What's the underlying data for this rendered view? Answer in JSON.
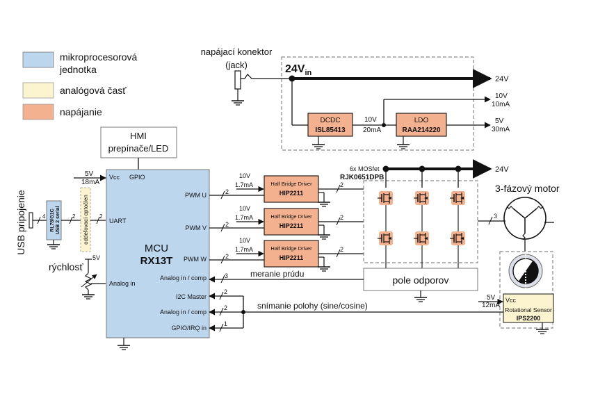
{
  "colors": {
    "mcu": "#bcd6ee",
    "analog": "#fcf3cf",
    "power": "#f4b190",
    "wire": "#111111",
    "dashed": "#8a8a8a"
  },
  "legend": [
    {
      "lines": [
        "mikroprocesorová",
        "jednotka"
      ],
      "color": "#bcd6ee"
    },
    {
      "lines": [
        "analógová časť"
      ],
      "color": "#fcf3cf"
    },
    {
      "lines": [
        "napájanie"
      ],
      "color": "#f4b190"
    }
  ],
  "power_connector": {
    "label": [
      "napájací konektor",
      "(jack)"
    ],
    "vin": "24V",
    "vin_sub": "in"
  },
  "dcdc": {
    "name": "DCDC",
    "part": "ISL85413"
  },
  "ldo": {
    "name": "LDO",
    "part": "RAA214220"
  },
  "rails": {
    "r24": "24V",
    "r10": [
      "10V",
      "10mA"
    ],
    "mid": [
      "10V",
      "20mA"
    ],
    "r5": [
      "5V",
      "30mA"
    ]
  },
  "hmi": {
    "lines": [
      "HMI",
      "prepínače/LED"
    ]
  },
  "mcu": {
    "name": "MCU",
    "part": "RX13T",
    "vcc_supply": [
      "5V",
      "18mA"
    ],
    "pins": {
      "vcc": "Vcc",
      "gpio": "GPIO",
      "uart": "UART",
      "analog_in": "Analog in",
      "pwm_u": "PWM U",
      "pwm_v": "PWM V",
      "pwm_w": "PWM W",
      "analog_comp": "Analog in / comp",
      "i2c": "I2C Master",
      "analog_comp2": "Analog in / comp",
      "gpio_irq": "GPIO/IRQ in"
    }
  },
  "usb": {
    "label": "USB pripojenie",
    "chip": [
      "RL78/G1C",
      "USB 2 serial"
    ],
    "isolator": "oddeľovací optočlen",
    "bus_width": "4",
    "uart_width": "2"
  },
  "speed": {
    "label": "rýchlosť",
    "supply": "5V"
  },
  "drivers": {
    "name": "Half Bridge Driver",
    "part": "HIP2211",
    "supply": [
      "10V",
      "1.7mA"
    ],
    "in_width": "2",
    "out_width": "2"
  },
  "mosfet": {
    "title": [
      "6x MOSfet",
      "RJK0651DPB"
    ],
    "supply": "24V"
  },
  "motor": {
    "label": "3-fázový motor",
    "width": "3"
  },
  "shunt": {
    "label": "pole odporov",
    "meas_label": "meranie prúdu",
    "width": "3"
  },
  "sensor": {
    "vcc": "Vcc",
    "name": "Rotational Sensor",
    "part": "IPS2200",
    "supply": [
      "5V",
      "12mA"
    ]
  },
  "position": {
    "label": "snímanie polohy (sine/cosine)",
    "i2c_width": "2",
    "comp_width": "2",
    "irq_width": "1"
  }
}
